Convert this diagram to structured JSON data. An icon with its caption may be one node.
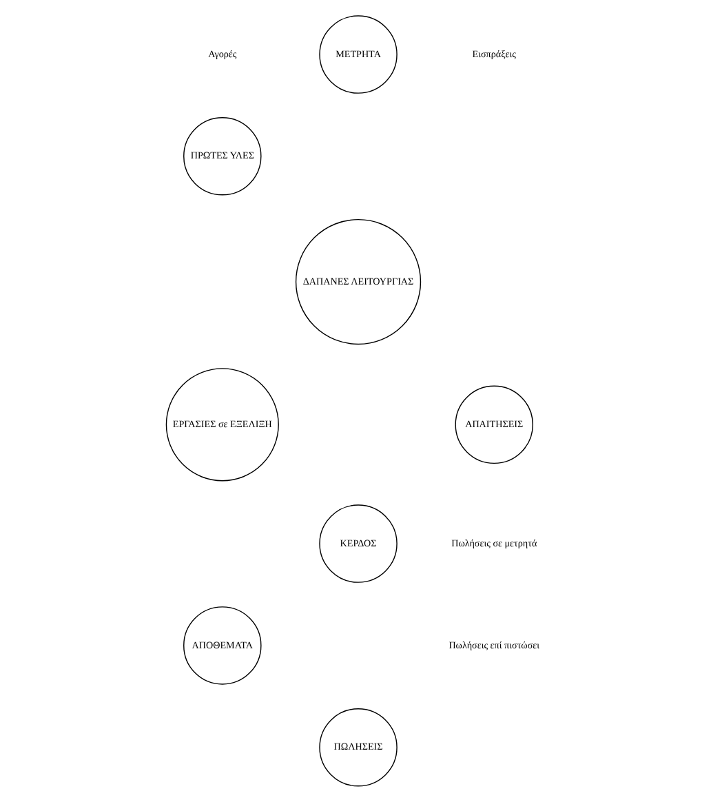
{
  "diagram": {
    "nodes": [
      {
        "text": [
          "ΜΕΤΡΗΤΑ"
        ]
      },
      {
        "text": [
          "ΠΡΩΤΕΣ ΥΛΕΣ"
        ]
      },
      {
        "text": [
          "ΔΑΠΑΝΕΣ ΛΕΙΤΟΥΡΓΙΑΣ"
        ]
      },
      {
        "text": [
          "ΕΡΓΑΣΙΕΣ σε ΕΞΕΛΙΞΗ"
        ]
      },
      {
        "text": [
          "ΑΠΑΙΤΗΣΕΙΣ"
        ]
      },
      {
        "text": [
          "ΚΕΡΔΟΣ"
        ]
      },
      {
        "text": [
          "ΑΠΟΘΕΜΑΤΑ"
        ]
      },
      {
        "text": [
          "ΠΩΛΗΣΕΙΣ"
        ]
      }
    ],
    "edges": [],
    "labels": [
      "Αγορές",
      "Εισπράξεις",
      "Πωλήσεις σε μετρητά",
      "Πωλήσεις επί πιστώσει"
    ]
  }
}
